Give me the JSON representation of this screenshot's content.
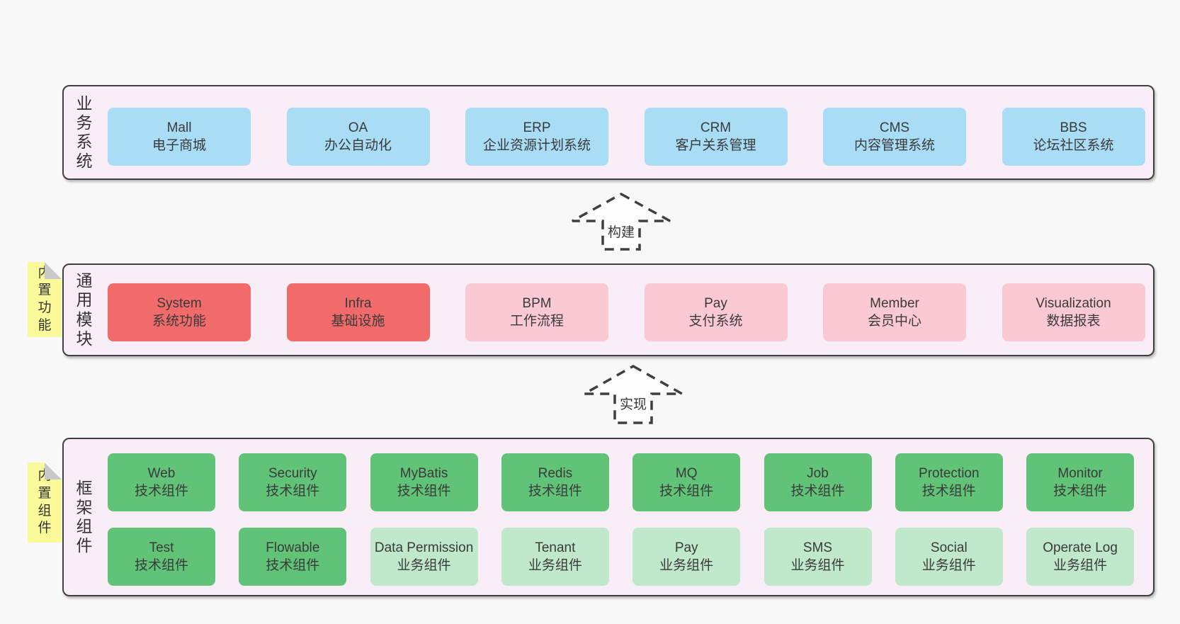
{
  "colors": {
    "page_bg": "#f8f8f8",
    "band_bg": "#f9eef7",
    "band_border": "#3f3f3f",
    "blue": "#a9dcf5",
    "red": "#f26b6b",
    "pink": "#fbc9d4",
    "green": "#60c378",
    "green_light": "#c0e8ca",
    "sticky_yellow": "#fafa9a",
    "sticky_fold": "#c9c9c9",
    "text": "#3a3a3a"
  },
  "bands": [
    {
      "id": "business",
      "label": "业\n务\n系\n统",
      "sticky": null,
      "boxes": [
        {
          "en": "Mall",
          "cn": "电子商城",
          "variant": "blue"
        },
        {
          "en": "OA",
          "cn": "办公自动化",
          "variant": "blue"
        },
        {
          "en": "ERP",
          "cn": "企业资源计划系统",
          "variant": "blue"
        },
        {
          "en": "CRM",
          "cn": "客户关系管理",
          "variant": "blue"
        },
        {
          "en": "CMS",
          "cn": "内容管理系统",
          "variant": "blue"
        },
        {
          "en": "BBS",
          "cn": "论坛社区系统",
          "variant": "blue"
        }
      ]
    },
    {
      "id": "modules",
      "label": "通\n用\n模\n块",
      "sticky": "内\n置\n功\n能",
      "boxes": [
        {
          "en": "System",
          "cn": "系统功能",
          "variant": "red"
        },
        {
          "en": "Infra",
          "cn": "基础设施",
          "variant": "red"
        },
        {
          "en": "BPM",
          "cn": "工作流程",
          "variant": "pink"
        },
        {
          "en": "Pay",
          "cn": "支付系统",
          "variant": "pink"
        },
        {
          "en": "Member",
          "cn": "会员中心",
          "variant": "pink"
        },
        {
          "en": "Visualization",
          "cn": "数据报表",
          "variant": "pink"
        }
      ]
    },
    {
      "id": "components",
      "label": "框\n架\n组\n件",
      "sticky": "内\n置\n组\n件",
      "boxes": [
        {
          "en": "Web",
          "cn": "技术组件",
          "variant": "green"
        },
        {
          "en": "Security",
          "cn": "技术组件",
          "variant": "green"
        },
        {
          "en": "MyBatis",
          "cn": "技术组件",
          "variant": "green"
        },
        {
          "en": "Redis",
          "cn": "技术组件",
          "variant": "green"
        },
        {
          "en": "MQ",
          "cn": "技术组件",
          "variant": "green"
        },
        {
          "en": "Job",
          "cn": "技术组件",
          "variant": "green"
        },
        {
          "en": "Protection",
          "cn": "技术组件",
          "variant": "green"
        },
        {
          "en": "Monitor",
          "cn": "技术组件",
          "variant": "green"
        },
        {
          "en": "Test",
          "cn": "技术组件",
          "variant": "green"
        },
        {
          "en": "Flowable",
          "cn": "技术组件",
          "variant": "green"
        },
        {
          "en": "Data Permission",
          "cn": "业务组件",
          "variant": "green-light"
        },
        {
          "en": "Tenant",
          "cn": "业务组件",
          "variant": "green-light"
        },
        {
          "en": "Pay",
          "cn": "业务组件",
          "variant": "green-light"
        },
        {
          "en": "SMS",
          "cn": "业务组件",
          "variant": "green-light"
        },
        {
          "en": "Social",
          "cn": "业务组件",
          "variant": "green-light"
        },
        {
          "en": "Operate Log",
          "cn": "业务组件",
          "variant": "green-light"
        }
      ]
    }
  ],
  "arrows": [
    {
      "id": "build",
      "label": "构建"
    },
    {
      "id": "implement",
      "label": "实现"
    }
  ]
}
